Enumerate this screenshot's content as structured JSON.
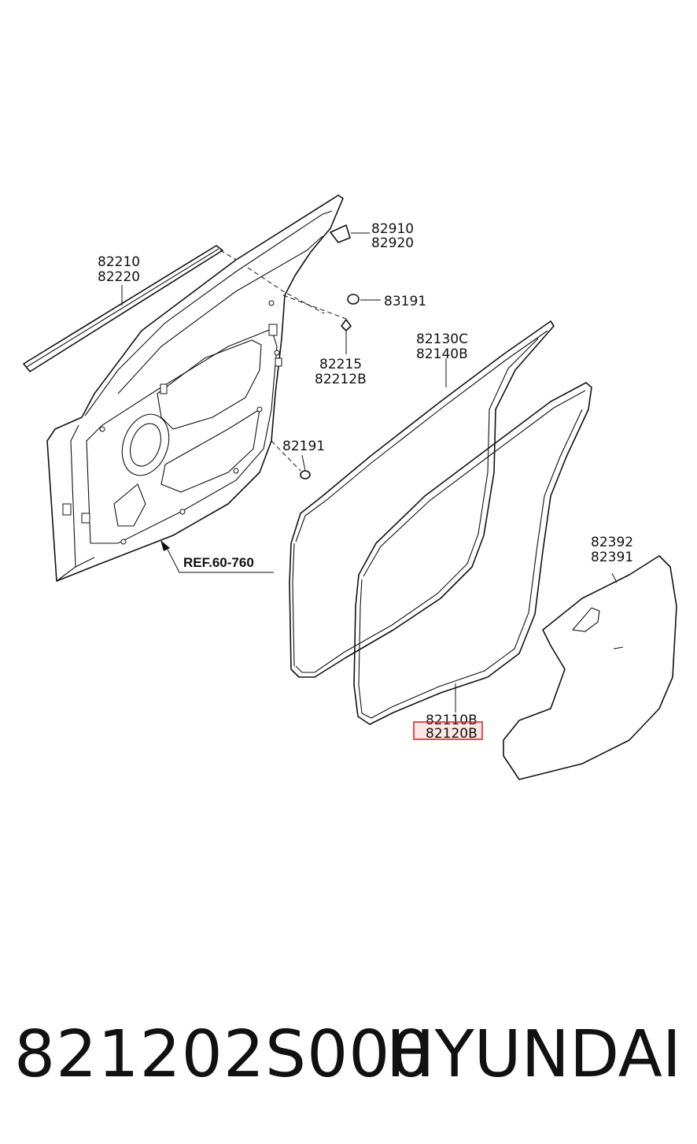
{
  "diagram": {
    "labels": {
      "molding_a": "82210",
      "molding_b": "82220",
      "bracket_a": "82910",
      "bracket_b": "82920",
      "plug": "83191",
      "clip_a": "82215",
      "clip_b": "82212B",
      "cap": "82191",
      "ref": "REF.60-760",
      "seal_outer_a": "82130C",
      "seal_outer_b": "82140B",
      "seal_inner_a": "82110B",
      "seal_inner_b": "82120B",
      "film_a": "82392",
      "film_b": "82391"
    },
    "highlight_color": "#e0272a"
  },
  "footer": {
    "part_number": "821202S000",
    "brand": "HYUNDAI"
  }
}
